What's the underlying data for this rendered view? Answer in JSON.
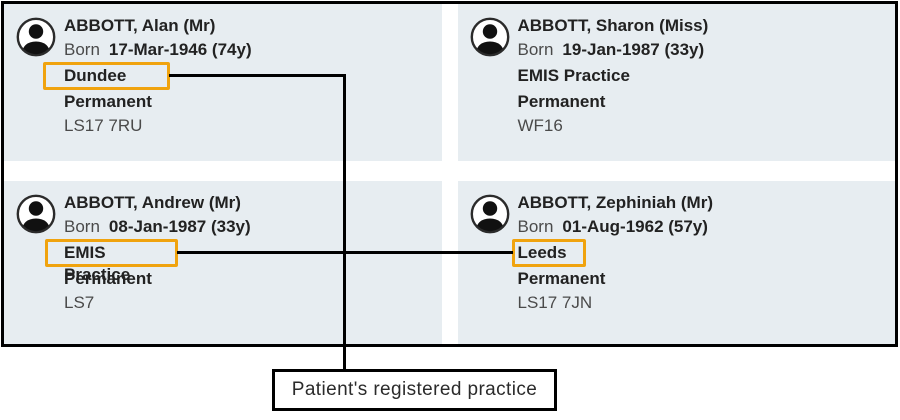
{
  "colors": {
    "card_bg": "#e7edf1",
    "highlight": "#f0a30e",
    "line_color": "#000000"
  },
  "annotation": {
    "label": "Patient's registered practice"
  },
  "patients": [
    {
      "name": "ABBOTT, Alan (Mr)",
      "born_label": "Born",
      "born": "17-Mar-1946 (74y)",
      "practice": "Dundee",
      "registration_type": "Permanent",
      "postcode": "LS17 7RU",
      "practice_highlighted": true
    },
    {
      "name": "ABBOTT, Sharon (Miss)",
      "born_label": "Born",
      "born": "19-Jan-1987 (33y)",
      "practice": "EMIS Practice",
      "registration_type": "Permanent",
      "postcode": "WF16",
      "practice_highlighted": false
    },
    {
      "name": "ABBOTT, Andrew (Mr)",
      "born_label": "Born",
      "born": "08-Jan-1987 (33y)",
      "practice": "EMIS Practice",
      "registration_type": "Permanent",
      "postcode": "LS7",
      "practice_highlighted": true
    },
    {
      "name": "ABBOTT, Zephiniah (Mr)",
      "born_label": "Born",
      "born": "01-Aug-1962 (57y)",
      "practice": "Leeds",
      "registration_type": "Permanent",
      "postcode": "LS17 7JN",
      "practice_highlighted": true
    }
  ]
}
